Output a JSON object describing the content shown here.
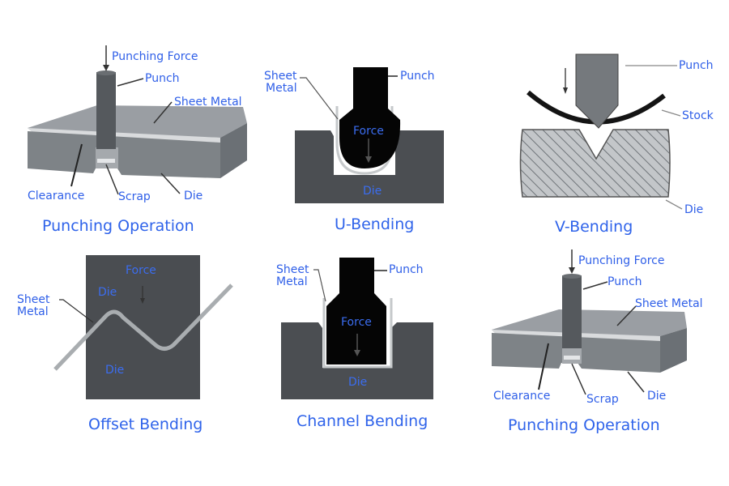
{
  "colors": {
    "label": "#2f5fe8",
    "die_dark": "#4a4d51",
    "punch_black": "#0a0a0a",
    "sheet_light": "#c3c6c8",
    "block_gray": "#8a8f94"
  },
  "panels": [
    {
      "id": "punching-1",
      "caption": "Punching Operation",
      "labels": {
        "force": "Punching Force",
        "punch": "Punch",
        "sheet": "Sheet Metal",
        "clearance": "Clearance",
        "scrap": "Scrap",
        "die": "Die"
      }
    },
    {
      "id": "u-bending",
      "caption": "U-Bending",
      "labels": {
        "sheet_line1": "Sheet",
        "sheet_line2": "Metal",
        "punch": "Punch",
        "force": "Force",
        "die": "Die"
      }
    },
    {
      "id": "v-bending",
      "caption": "V-Bending",
      "labels": {
        "punch": "Punch",
        "stock": "Stock",
        "die": "Die"
      }
    },
    {
      "id": "offset-bending",
      "caption": "Offset Bending",
      "labels": {
        "sheet_line1": "Sheet",
        "sheet_line2": "Metal",
        "force": "Force",
        "die_top": "Die",
        "die_bottom": "Die"
      }
    },
    {
      "id": "channel-bending",
      "caption": "Channel Bending",
      "labels": {
        "sheet_line1": "Sheet",
        "sheet_line2": "Metal",
        "punch": "Punch",
        "force": "Force",
        "die": "Die"
      }
    },
    {
      "id": "punching-2",
      "caption": "Punching Operation",
      "labels": {
        "force": "Punching Force",
        "punch": "Punch",
        "sheet": "Sheet Metal",
        "clearance": "Clearance",
        "scrap": "Scrap",
        "die": "Die"
      }
    }
  ]
}
